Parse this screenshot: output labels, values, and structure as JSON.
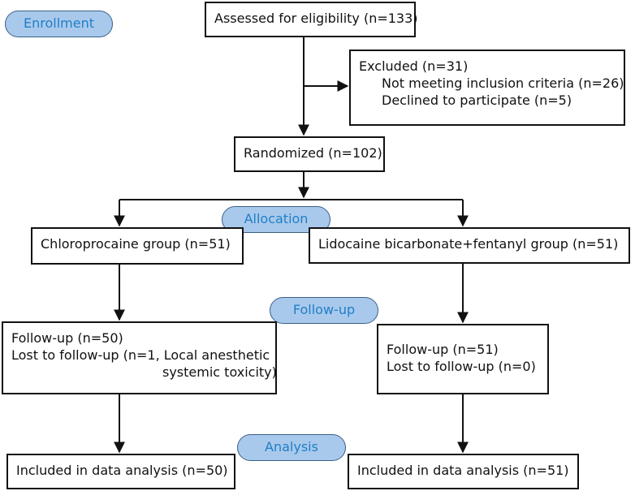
{
  "stages": {
    "enrollment": "Enrollment",
    "allocation": "Allocation",
    "follow_up": "Follow-up",
    "analysis": "Analysis"
  },
  "assessed": "Assessed for eligibility (n=133)",
  "excluded": {
    "title": "Excluded (n=31)",
    "reasons": [
      "Not meeting inclusion criteria (n=26)",
      "Declined to participate (n=5)"
    ]
  },
  "randomized": "Randomized (n=102)",
  "groups": [
    {
      "name": "Chloroprocaine group (n=51)",
      "follow_up": "Follow-up (n=50)",
      "lost_line1": "Lost to follow-up (n=1, Local anesthetic",
      "lost_line2": "systemic toxicity)",
      "analysis": "Included in data analysis (n=50)"
    },
    {
      "name": "Lidocaine bicarbonate+fentanyl group (n=51)",
      "follow_up": "Follow-up (n=51)",
      "lost_line1": "Lost to follow-up (n=0)",
      "analysis": "Included in data analysis (n=51)"
    }
  ],
  "colors": {
    "stage_fill": "#a9c9ec",
    "stage_text": "#1f7fc6",
    "box_border": "#111111"
  }
}
